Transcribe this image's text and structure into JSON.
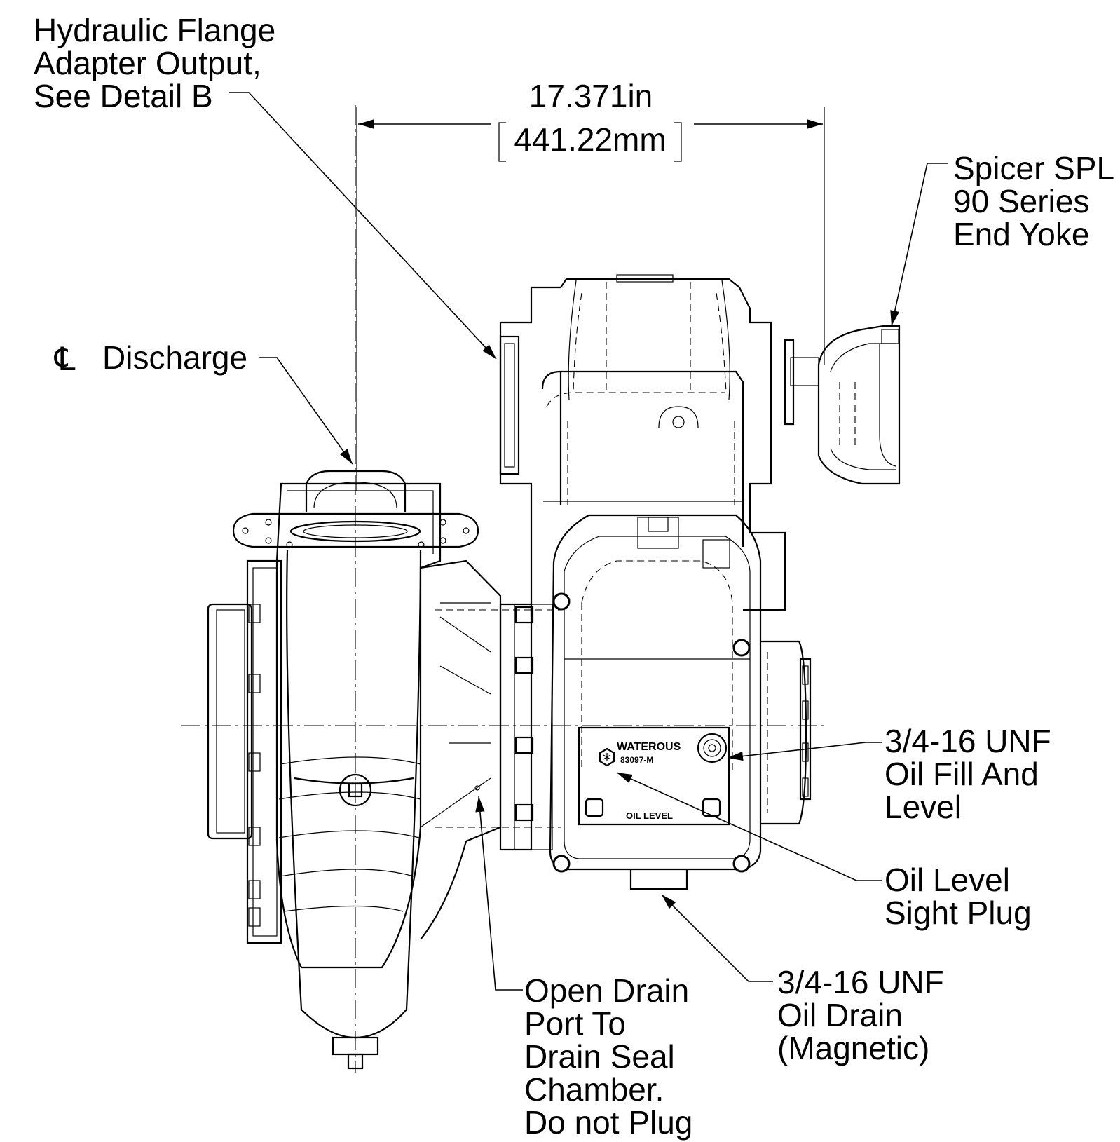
{
  "dimension": {
    "inches": "17.371in",
    "millimeters": "441.22mm"
  },
  "callouts": {
    "hydraulic_flange": [
      "Hydraulic Flange",
      "Adapter Output,",
      "See Detail B"
    ],
    "spicer": [
      "Spicer SPL",
      "90 Series",
      "End Yoke"
    ],
    "discharge_symbol": "℄",
    "discharge": "Discharge",
    "oil_fill": [
      "3/4-16 UNF",
      "Oil Fill And",
      "Level"
    ],
    "sight_plug": [
      "Oil Level",
      "Sight Plug"
    ],
    "oil_drain": [
      "3/4-16 UNF",
      "Oil Drain",
      "(Magnetic)"
    ],
    "open_drain": [
      "Open Drain",
      "Port To",
      "Drain Seal",
      "Chamber.",
      "Do not Plug"
    ]
  },
  "nameplate": {
    "brand": "WATEROUS",
    "part_number": "83097-M",
    "oil_level": "OIL LEVEL"
  }
}
